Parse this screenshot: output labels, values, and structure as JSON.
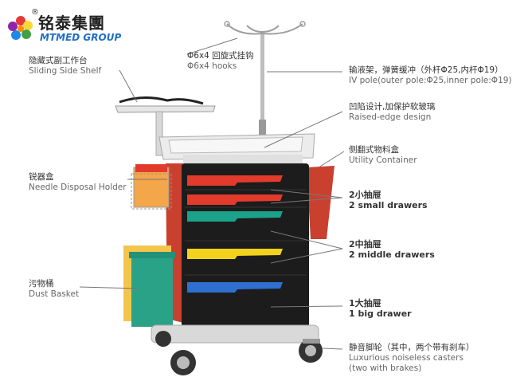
{
  "brand": {
    "name_cn": "铭泰集團",
    "name_en": "MTMED GROUP",
    "registered": "®"
  },
  "labels": {
    "hooks": {
      "cn": "Φ6x4 回旋式挂钩",
      "en": "Φ6x4 hooks"
    },
    "shelf": {
      "cn": "隐藏式副工作台",
      "en": "Sliding Side Shelf"
    },
    "iv_pole": {
      "cn": "输液架，弹簧缓冲（外杆Φ25,内杆Φ19）",
      "en": "IV pole(outer pole:Φ25,inner pole:Φ19)"
    },
    "raised_edge": {
      "cn": "凹陷设计,加保护软玻璃",
      "en": "Raised-edge design"
    },
    "utility": {
      "cn": "侧翻式物料盒",
      "en": "Utility Container"
    },
    "needle": {
      "cn": "锐器盒",
      "en": "Needle Disposal Holder"
    },
    "small_drawers": {
      "cn": "2小抽屉",
      "en": "2 small drawers"
    },
    "middle_drawers": {
      "cn": "2中抽屉",
      "en": "2 middle drawers"
    },
    "dust": {
      "cn": "污物桶",
      "en": "Dust Basket"
    },
    "big_drawer": {
      "cn": "1大抽屉",
      "en": "1 big drawer"
    },
    "casters": {
      "cn": "静音脚轮（其中，两个带有刹车）",
      "en": "Luxurious noiseless casters",
      "en2": "(two with brakes)"
    }
  },
  "colors": {
    "drawer_red": "#e23b2c",
    "drawer_green": "#1aa38a",
    "drawer_yellow": "#f2d21c",
    "drawer_blue": "#2f6fd0",
    "body_dark": "#1c1c1c",
    "side_red": "#c9402f",
    "bin_green": "#2aa287",
    "frame_grey": "#d9d9d9",
    "brand_blue": "#1f6fc5"
  }
}
